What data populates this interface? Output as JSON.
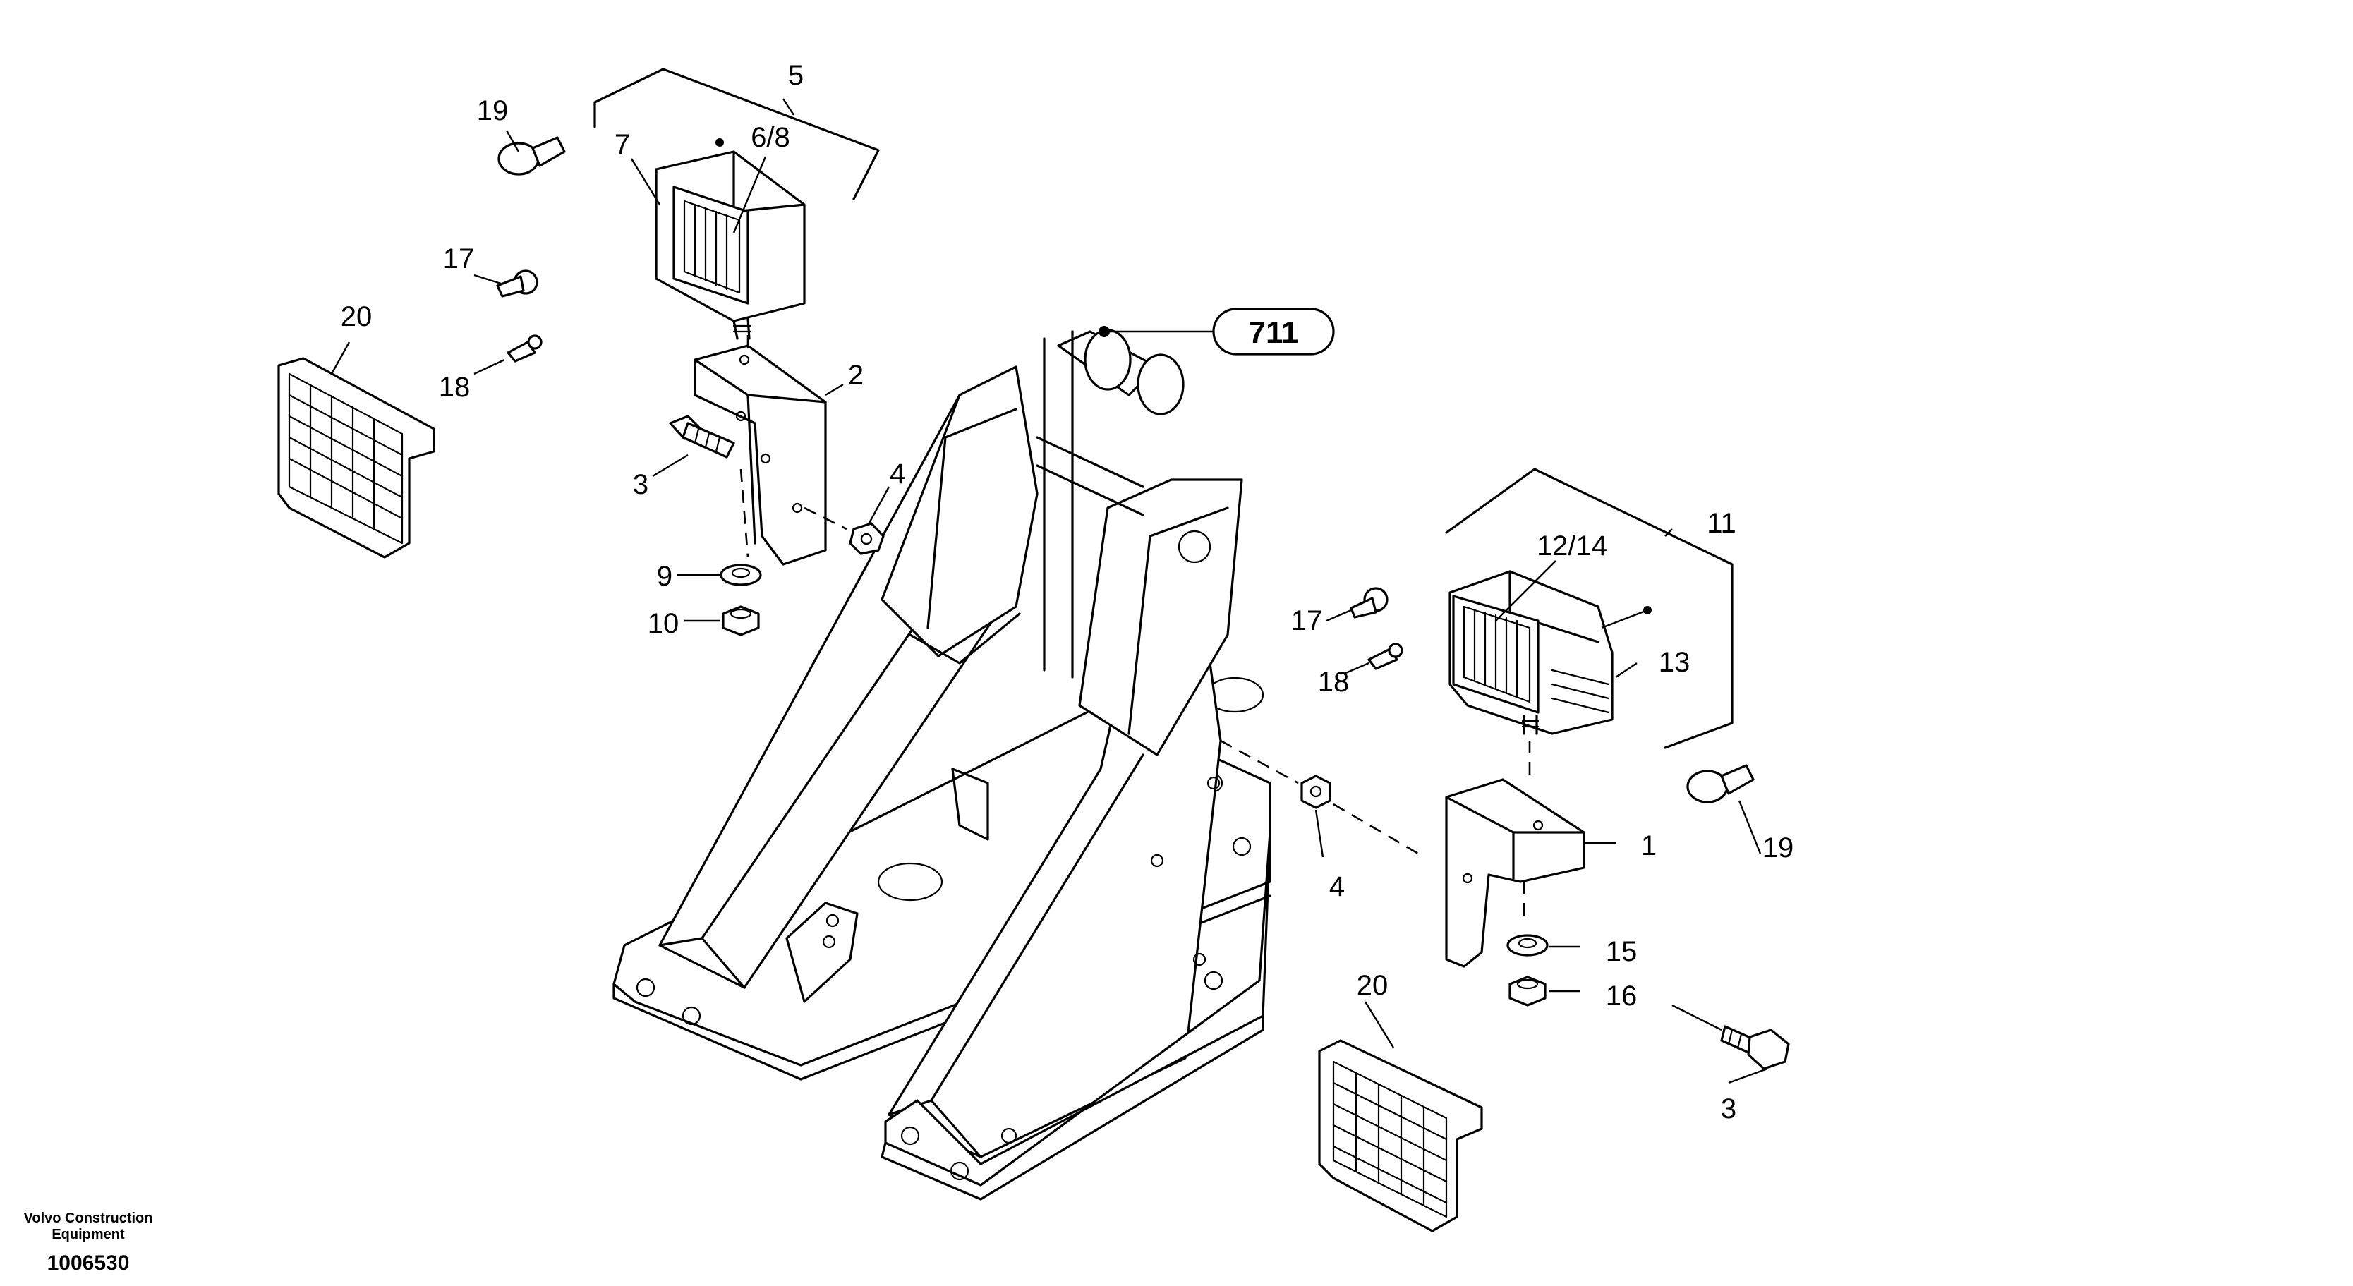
{
  "diagram": {
    "reference_callout": "711",
    "part_labels": {
      "p1": "1",
      "p2": "2",
      "p3a": "3",
      "p3b": "3",
      "p4a": "4",
      "p4b": "4",
      "p5": "5",
      "p68": "6/8",
      "p7": "7",
      "p9": "9",
      "p10": "10",
      "p11": "11",
      "p1214": "12/14",
      "p13": "13",
      "p15": "15",
      "p16": "16",
      "p17a": "17",
      "p17b": "17",
      "p18a": "18",
      "p18b": "18",
      "p19a": "19",
      "p19b": "19",
      "p20a": "20",
      "p20b": "20"
    }
  },
  "footer": {
    "brand_line1": "Volvo Construction",
    "brand_line2": "Equipment",
    "document_number": "1006530"
  }
}
